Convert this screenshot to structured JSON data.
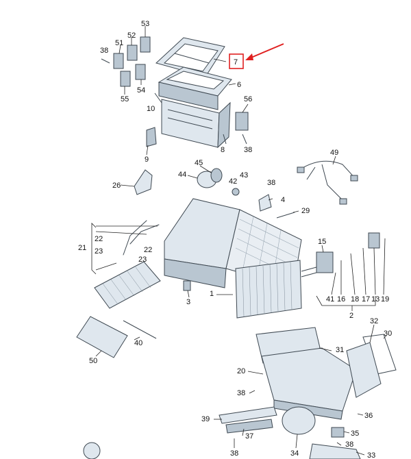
{
  "labels": {
    "l53": "53",
    "l52": "52",
    "l51": "51",
    "l38a": "38",
    "l7": "7",
    "l6": "6",
    "l54": "54",
    "l55": "55",
    "l10": "10",
    "l56": "56",
    "l8": "8",
    "l38b": "38",
    "l9": "9",
    "l49": "49",
    "l45": "45",
    "l44": "44",
    "l43": "43",
    "l42": "42",
    "l38c": "38",
    "l26": "26",
    "l4": "4",
    "l29": "29",
    "l21": "21",
    "l22a": "22",
    "l22b": "22",
    "l23a": "23",
    "l23b": "23",
    "l15": "15",
    "l3": "3",
    "l1": "1",
    "l41": "41",
    "l16": "16",
    "l18": "18",
    "l17": "17",
    "l13": "13",
    "l19": "19",
    "l2": "2",
    "l32": "32",
    "l30": "30",
    "l40": "40",
    "l50": "50",
    "l31": "31",
    "l20": "20",
    "l38d": "38",
    "l39": "39",
    "l37": "37",
    "l36": "36",
    "l35": "35",
    "l38e": "38",
    "l38f": "38",
    "l34": "34",
    "l33": "33"
  },
  "colors": {
    "part_fill": "#dfe7ee",
    "part_shade": "#b9c6d1",
    "line": "#3d4750",
    "highlight_box": "#e02020",
    "arrow": "#e02020"
  }
}
